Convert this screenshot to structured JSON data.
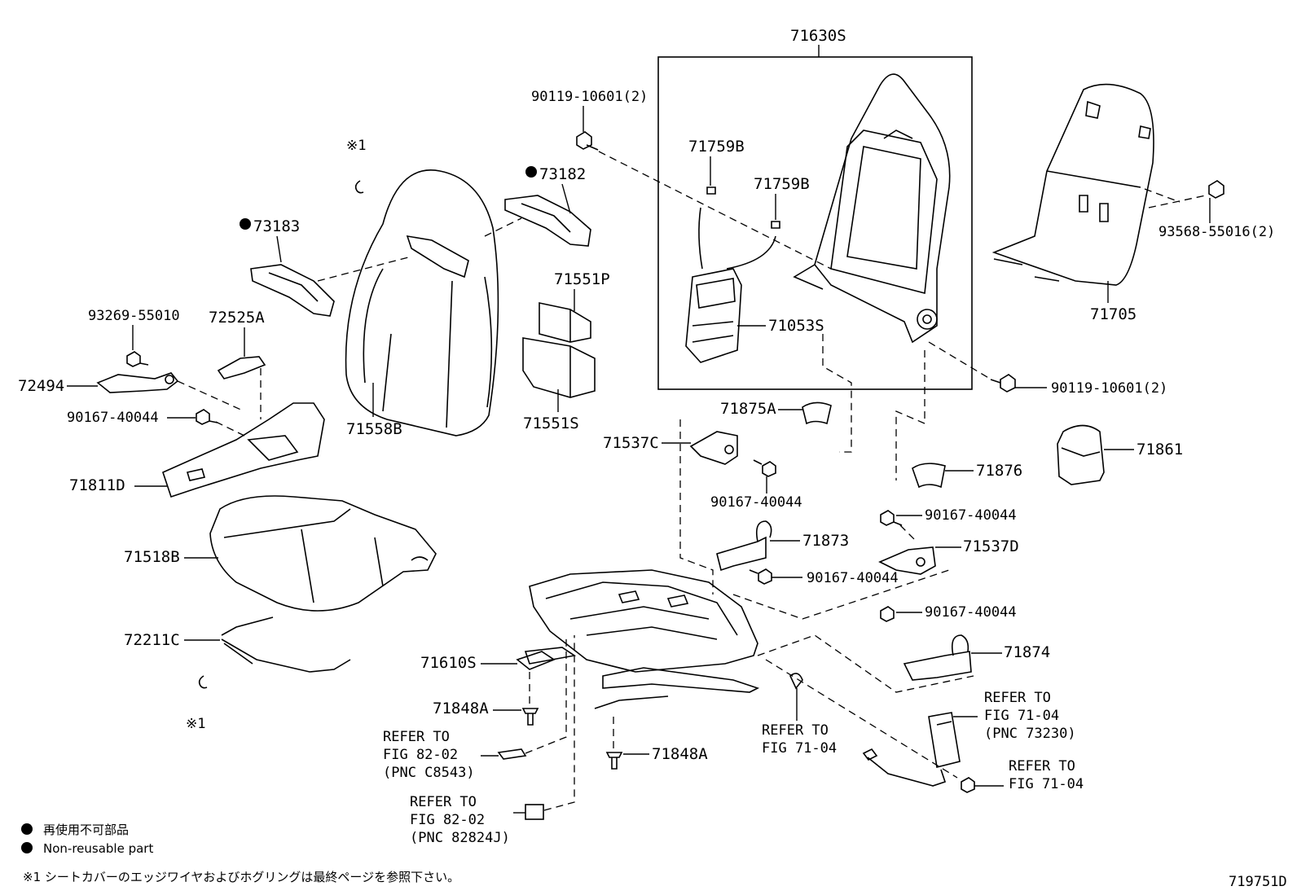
{
  "diagram_id": "719751D",
  "labels": {
    "p71630S": "71630S",
    "p90119_top": "90119-10601(2)",
    "p71759B_a": "71759B",
    "p71759B_b": "71759B",
    "p71053S": "71053S",
    "p71705": "71705",
    "p93568": "93568-55016(2)",
    "p90119_right": "90119-10601(2)",
    "p73182": "73182",
    "p73183": "73183",
    "p71551P": "71551P",
    "p71551S": "71551S",
    "p71558B": "71558B",
    "p93269": "93269-55010",
    "p72525A": "72525A",
    "p72494": "72494",
    "p90167_a": "90167-40044",
    "p71811D": "71811D",
    "p71518B": "71518B",
    "p72211C": "72211C",
    "p71875A": "71875A",
    "p71537C": "71537C",
    "p90167_b": "90167-40044",
    "p71876": "71876",
    "p71861": "71861",
    "p90167_c": "90167-40044",
    "p71873": "71873",
    "p71537D": "71537D",
    "p90167_d": "90167-40044",
    "p90167_e": "90167-40044",
    "p71874": "71874",
    "p71610S": "71610S",
    "p71848A_a": "71848A",
    "p71848A_b": "71848A",
    "note1_top": "※1",
    "note1_bottom": "※1"
  },
  "refers": {
    "r1_l1": "REFER TO",
    "r1_l2": "FIG 82-02",
    "r1_l3": "(PNC C8543)",
    "r2_l1": "REFER TO",
    "r2_l2": "FIG 82-02",
    "r2_l3": "(PNC 82824J)",
    "r3_l1": "REFER TO",
    "r3_l2": "FIG 71-04",
    "r4_l1": "REFER TO",
    "r4_l2": "FIG 71-04",
    "r4_l3": "(PNC 73230)",
    "r5_l1": "REFER TO",
    "r5_l2": "FIG 71-04"
  },
  "legend": {
    "jp_nonreusable": "再使用不可部品",
    "en_nonreusable": "Non-reusable part",
    "footnote": "※1 シートカバーのエッジワイヤおよびホグリングは最終ページを参照下さい。"
  }
}
